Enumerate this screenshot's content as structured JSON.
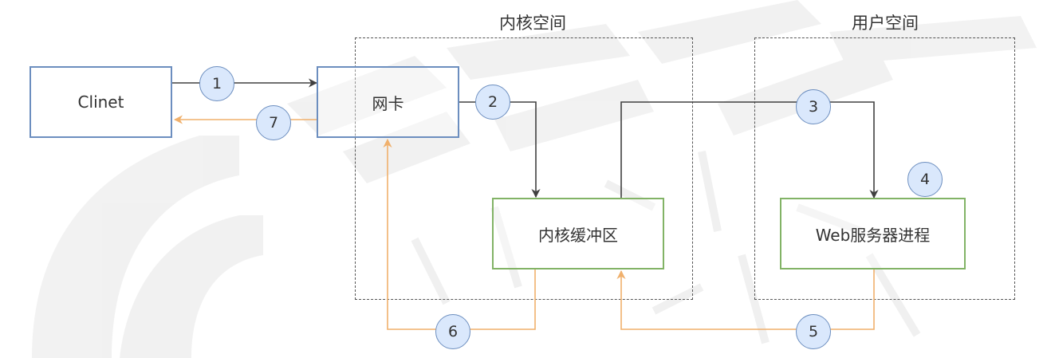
{
  "regions": {
    "kernel_label": "内核空间",
    "user_label": "用户空间"
  },
  "nodes": {
    "client": "Clinet",
    "nic": "网卡",
    "kernel_buffer": "内核缓冲区",
    "web_process": "Web服务器进程"
  },
  "steps": [
    "1",
    "2",
    "3",
    "4",
    "5",
    "6",
    "7"
  ],
  "colors": {
    "request_arrow": "#404040",
    "response_arrow": "#f0b06c",
    "step_fill": "#dae8fc",
    "step_border": "#6c8ebf",
    "box_blue": "#6c8ebf",
    "box_green": "#82b366"
  }
}
